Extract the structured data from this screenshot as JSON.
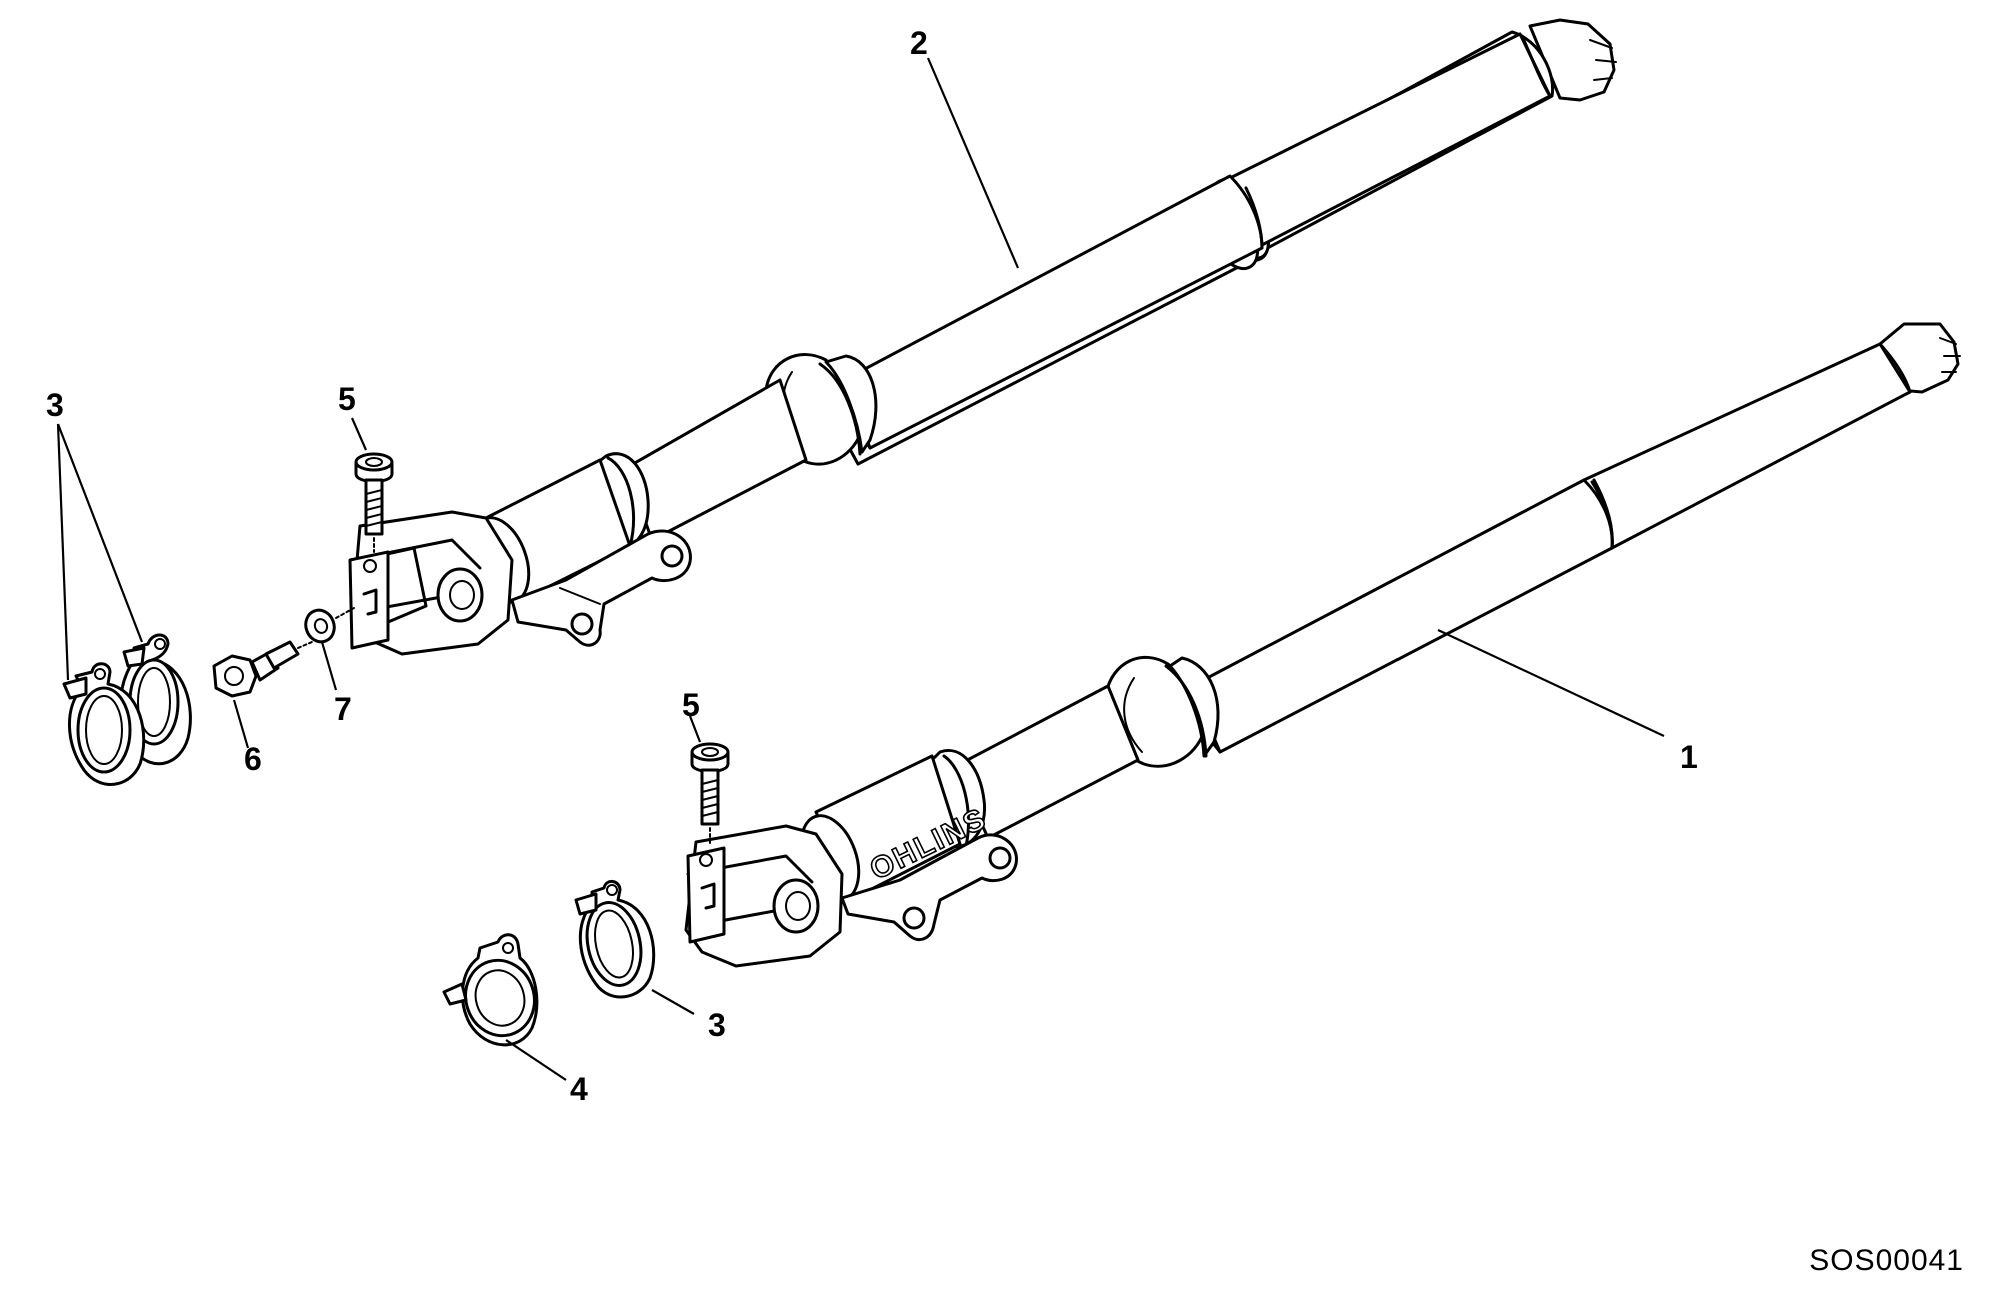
{
  "drawing_code": "SOS00041",
  "brand_mark": "OHLINS",
  "callouts": {
    "fork_right": "1",
    "fork_left": "2",
    "clamp_pair": "3",
    "clamp_lower": "3",
    "clamp_single": "4",
    "screw_left": "5",
    "screw_right": "5",
    "bleed_screw": "6",
    "washer": "7"
  },
  "colors": {
    "line": "#000000",
    "background": "#ffffff"
  }
}
